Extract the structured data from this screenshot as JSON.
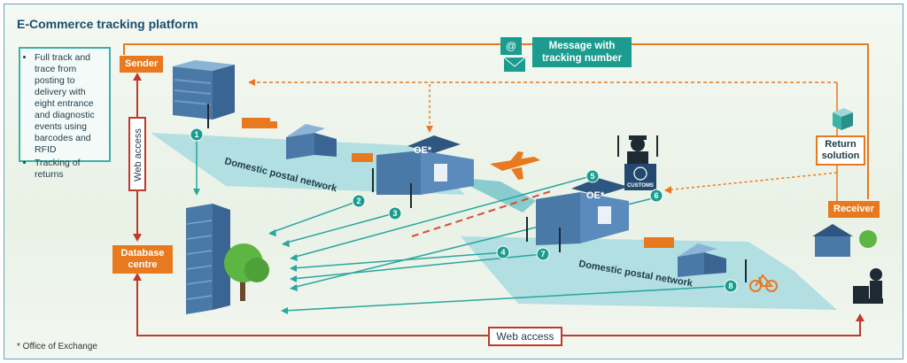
{
  "title": "E-Commerce tracking platform",
  "info_box": {
    "items": [
      "Full track and trace from posting to delivery with eight entrance and diagnostic events using barcodes and RFID",
      "Tracking of returns"
    ]
  },
  "labels": {
    "sender": "Sender",
    "database": "Database centre",
    "receiver": "Receiver",
    "return_solution": "Return solution",
    "message": "Message with tracking number",
    "web_access_vertical": "Web access",
    "web_access_bottom": "Web access",
    "domestic_network_1": "Domestic postal network",
    "domestic_network_2": "Domestic postal network",
    "oe_1": "OE*",
    "oe_2": "OE*",
    "customs": "CUSTOMS"
  },
  "events": [
    "1",
    "2",
    "3",
    "4",
    "5",
    "6",
    "7",
    "8"
  ],
  "footnote": "* Office of Exchange",
  "colors": {
    "orange": "#e8791e",
    "teal": "#1b9c8e",
    "red": "#c0392b",
    "building": "#4a79a8",
    "road": "#8fd0d8"
  }
}
